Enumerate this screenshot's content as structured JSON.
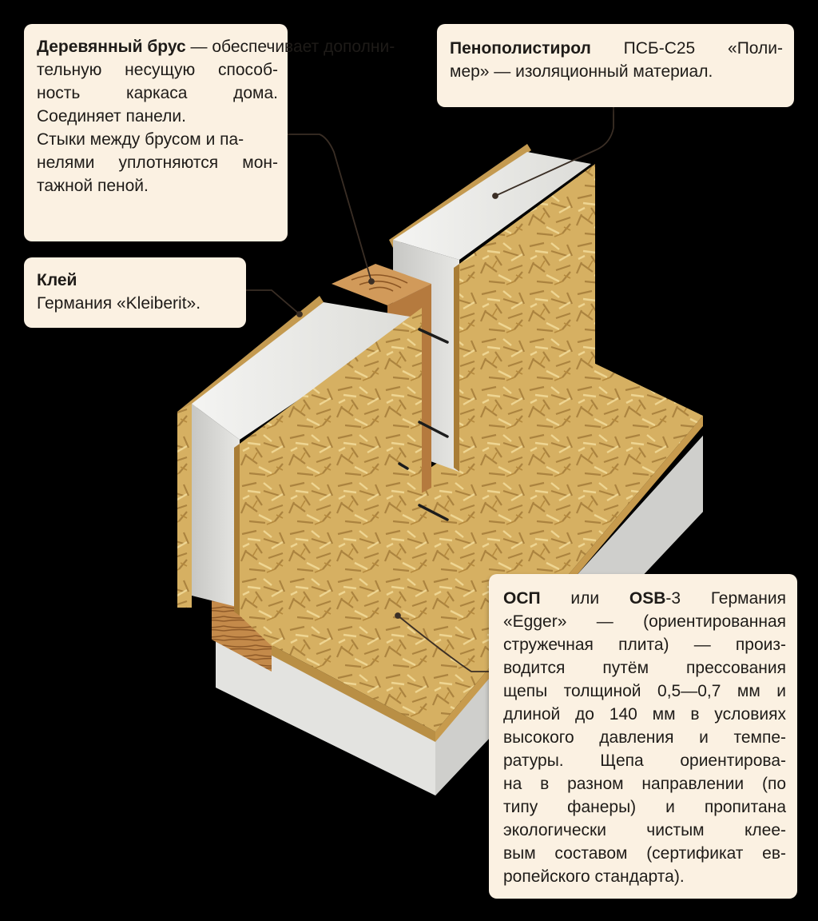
{
  "colors": {
    "background": "#000000",
    "callout_bg": "#fbf1e2",
    "osb": "#d6b062",
    "foam": "#ededea",
    "timber": "#c48a4a",
    "leader": "#3a2e25"
  },
  "callouts": {
    "wood_beam": {
      "title": "Деревянный брус",
      "lines": [
        "— обеспечивает дополни-",
        "тельную несущую способ-",
        "ность каркаса дома.",
        "Соединяет панели.",
        "Стыки между брусом и па-",
        "нелями уплотняются мон-",
        "тажной пеной."
      ]
    },
    "glue": {
      "title": "Клей",
      "text": "Германия «Kleiberit»."
    },
    "polystyrene": {
      "title": "Пенополистирол",
      "line1_rest": " ПСБ-С25 «Поли-",
      "line2": "мер» — изоляционный материал."
    },
    "osb": {
      "title_a": "ОСП",
      "mid": " или ",
      "title_b": "OSB",
      "line1_rest": "-3 Германия",
      "lines": [
        "«Egger» — (ориентированная",
        "стружечная плита) — произ-",
        "водится путём прессования",
        "щепы толщиной 0,5—0,7 мм и",
        "длиной до 140 мм в условиях",
        "высокого давления и темпе-",
        "ратуры. Щепа ориентирова-",
        "на в разном направлении (по",
        "типу фанеры) и пропитана",
        "экологически чистым клее-",
        "вым составом (сертификат ев-",
        "ропейского стандарта)."
      ]
    }
  }
}
